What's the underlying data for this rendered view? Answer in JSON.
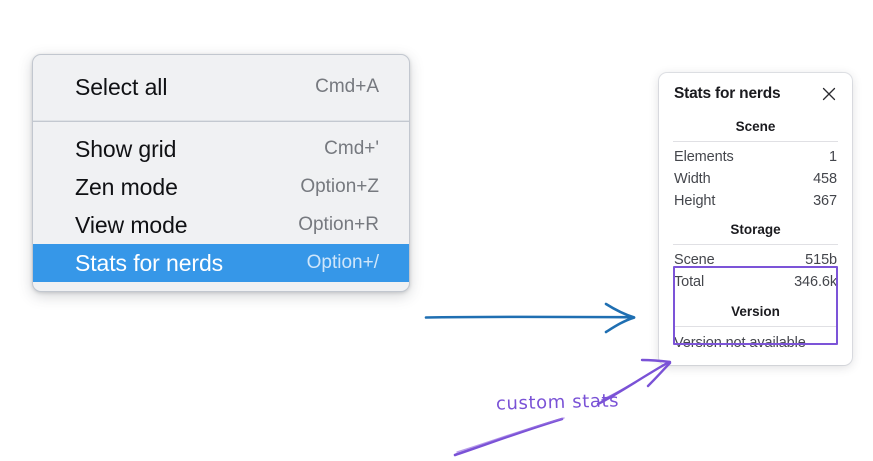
{
  "context_menu": {
    "groups": [
      {
        "items": [
          {
            "label": "Select all",
            "shortcut": "Cmd+A",
            "selected": false
          }
        ]
      },
      {
        "items": [
          {
            "label": "Show grid",
            "shortcut": "Cmd+'",
            "selected": false
          },
          {
            "label": "Zen mode",
            "shortcut": "Option+Z",
            "selected": false
          },
          {
            "label": "View mode",
            "shortcut": "Option+R",
            "selected": false
          },
          {
            "label": "Stats for nerds",
            "shortcut": "Option+/",
            "selected": true
          }
        ]
      }
    ],
    "highlight_color": "#3697e8"
  },
  "stats_panel": {
    "title": "Stats for nerds",
    "close_icon": "close-icon",
    "sections": [
      {
        "heading": "Scene",
        "rows": [
          {
            "label": "Elements",
            "value": "1"
          },
          {
            "label": "Width",
            "value": "458"
          },
          {
            "label": "Height",
            "value": "367"
          }
        ]
      },
      {
        "heading": "Storage",
        "rows": [
          {
            "label": "Scene",
            "value": "515b"
          },
          {
            "label": "Total",
            "value": "346.6k"
          }
        ]
      },
      {
        "heading": "Version",
        "note": "Version not available"
      }
    ],
    "highlight_border_color": "#7c54d8"
  },
  "annotations": {
    "callout_text": "custom stats",
    "callout_color": "#7a52d6",
    "flow_arrow_color": "#1f6fb2"
  }
}
